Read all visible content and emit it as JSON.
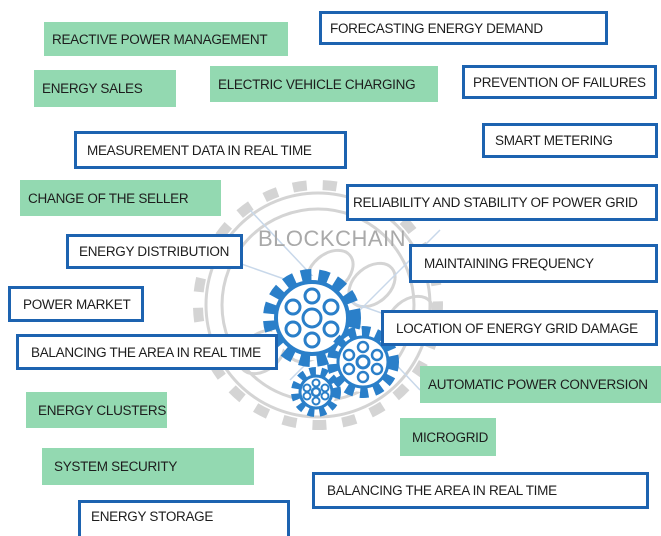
{
  "center": {
    "title": "BLOCKCHAIN"
  },
  "colors": {
    "green": "#93d9b1",
    "border": "#1d63b0",
    "gear": "#2a7fc9",
    "watermark": "#cfcfcf"
  },
  "icons": [
    "chain-watermark-icon",
    "gear-large-icon",
    "gear-medium-icon",
    "gear-small-icon"
  ],
  "labels": {
    "reactive_power_management": "REACTIVE POWER MANAGEMENT",
    "forecasting_energy_demand": "FORECASTING ENERGY DEMAND",
    "energy_sales": "ENERGY SALES",
    "electric_vehicle_charging": "ELECTRIC VEHICLE  CHARGING",
    "prevention_of_failures": "PREVENTION OF FAILURES",
    "smart_metering": "SMART METERING",
    "measurement_data": "MEASUREMENT DATA IN REAL TIME",
    "change_of_seller": "CHANGE OF THE SELLER",
    "reliability_stability": "RELIABILITY AND STABILITY OF POWER GRID",
    "energy_distribution": "ENERGY DISTRIBUTION",
    "maintaining_frequency": "MAINTAINING FREQUENCY",
    "power_market": "POWER MARKET",
    "location_grid_damage": "LOCATION OF ENERGY GRID DAMAGE",
    "balancing_area_left": "BALANCING THE AREA IN REAL TIME",
    "automatic_power_conversion": "AUTOMATIC POWER CONVERSION",
    "energy_clusters": "ENERGY CLUSTERS",
    "microgrid": "MICROGRID",
    "system_security": "SYSTEM SECURITY",
    "balancing_area_right": "BALANCING THE AREA IN REAL TIME",
    "energy_storage": "ENERGY STORAGE"
  }
}
